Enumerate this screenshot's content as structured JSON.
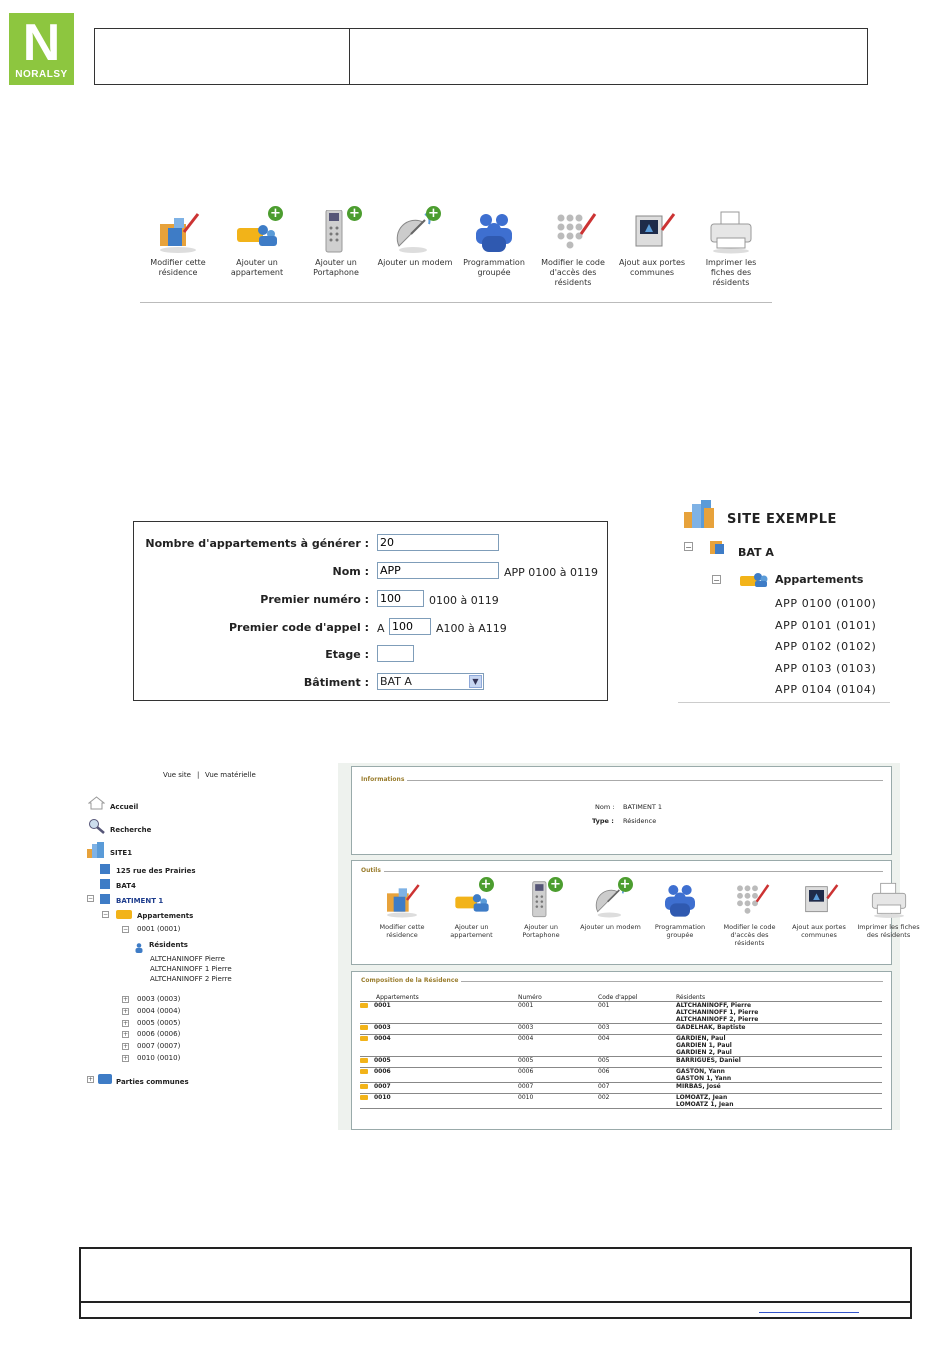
{
  "logo": {
    "letter": "N",
    "brand": "NORALSY",
    "color": "#8dc63f"
  },
  "toolbar": [
    {
      "icon": "edit-residence-icon",
      "label": "Modifier cette résidence"
    },
    {
      "icon": "add-apartment-icon",
      "label": "Ajouter un appartement"
    },
    {
      "icon": "add-portaphone-icon",
      "label": "Ajouter un Portaphone"
    },
    {
      "icon": "add-modem-icon",
      "label": "Ajouter un modem"
    },
    {
      "icon": "group-programming-icon",
      "label": "Programmation groupée"
    },
    {
      "icon": "edit-access-code-icon",
      "label": "Modifier le code d'accès des résidents"
    },
    {
      "icon": "add-common-doors-icon",
      "label": "Ajout aux portes communes"
    },
    {
      "icon": "print-icon",
      "label": "Imprimer les fiches des résidents"
    }
  ],
  "form": {
    "count_label": "Nombre d'appartements à générer :",
    "count_value": "20",
    "name_label": "Nom :",
    "name_value": "APP",
    "name_range": "APP 0100 à 0119",
    "first_number_label": "Premier numéro :",
    "first_number_value": "100",
    "first_number_range": "0100 à 0119",
    "first_call_label": "Premier code d'appel :",
    "first_call_prefix": "A",
    "first_call_value": "100",
    "first_call_range": "A100 à A119",
    "floor_label": "Etage :",
    "floor_value": "",
    "building_label": "Bâtiment :",
    "building_value": "BAT A"
  },
  "tree_top": {
    "site": "SITE EXEMPLE",
    "building": "BAT A",
    "group": "Appartements",
    "items": [
      "APP 0100 (0100)",
      "APP 0101 (0101)",
      "APP 0102 (0102)",
      "APP 0103 (0103)",
      "APP 0104 (0104)"
    ]
  },
  "left_nav": {
    "view_site": "Vue site",
    "sep": "|",
    "view_hw": "Vue matérielle",
    "home": "Accueil",
    "search": "Recherche",
    "site": "SITE1",
    "address": "125 rue des Prairies",
    "bat4": "BAT4",
    "batiment1": "BATIMENT 1",
    "apartments": "Appartements",
    "apt_0001": "0001 (0001)",
    "residents": "Résidents",
    "residents_list": [
      "ALTCHANINOFF Pierre",
      "ALTCHANINOFF 1 Pierre",
      "ALTCHANINOFF 2 Pierre"
    ],
    "other_apts": [
      "0003 (0003)",
      "0004 (0004)",
      "0005 (0005)",
      "0006 (0006)",
      "0007 (0007)",
      "0010 (0010)"
    ],
    "common": "Parties communes"
  },
  "info_panel": {
    "title": "Informations",
    "name_label": "Nom :",
    "name_value": "BATIMENT 1",
    "type_label": "Type :",
    "type_value": "Résidence"
  },
  "tools_panel": {
    "title": "Outils"
  },
  "composition": {
    "title": "Composition de la Résidence",
    "headers": [
      "Appartements",
      "Numéro",
      "Code d'appel",
      "Résidents"
    ],
    "rows": [
      {
        "apt": "0001",
        "num": "0001",
        "code": "001",
        "residents": [
          "ALTCHANINOFF, Pierre",
          "ALTCHANINOFF 1, Pierre",
          "ALTCHANINOFF 2, Pierre"
        ]
      },
      {
        "apt": "0003",
        "num": "0003",
        "code": "003",
        "residents": [
          "GADELHAK, Baptiste"
        ]
      },
      {
        "apt": "0004",
        "num": "0004",
        "code": "004",
        "residents": [
          "GARDIEN, Paul",
          "GARDIEN 1, Paul",
          "GARDIEN 2, Paul"
        ]
      },
      {
        "apt": "0005",
        "num": "0005",
        "code": "005",
        "residents": [
          "BARRIGUES, Daniel"
        ]
      },
      {
        "apt": "0006",
        "num": "0006",
        "code": "006",
        "residents": [
          "GASTON, Yann",
          "GASTON 1, Yann"
        ]
      },
      {
        "apt": "0007",
        "num": "0007",
        "code": "007",
        "residents": [
          "MIRBAS, José"
        ]
      },
      {
        "apt": "0010",
        "num": "0010",
        "code": "002",
        "residents": [
          "LOMOATZ, Jean",
          "LOMOATZ 1, Jean"
        ]
      }
    ]
  }
}
